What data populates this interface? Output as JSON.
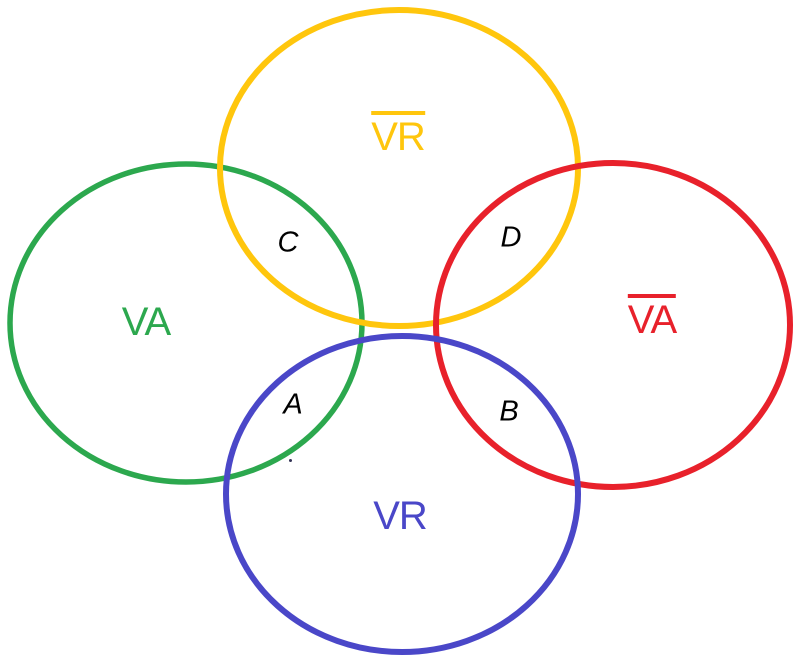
{
  "diagram": {
    "background_color": "#ffffff",
    "region_label_color": "#000000",
    "sets": [
      {
        "label": "VA",
        "overline": false,
        "color": "#2CA84E"
      },
      {
        "label": "VR",
        "overline": true,
        "color": "#FFC60D"
      },
      {
        "label": "VA",
        "overline": true,
        "color": "#E8212B"
      },
      {
        "label": "VR",
        "overline": false,
        "color": "#4A47C8"
      }
    ],
    "region_labels": [
      "C",
      "D",
      "A",
      "B"
    ]
  }
}
